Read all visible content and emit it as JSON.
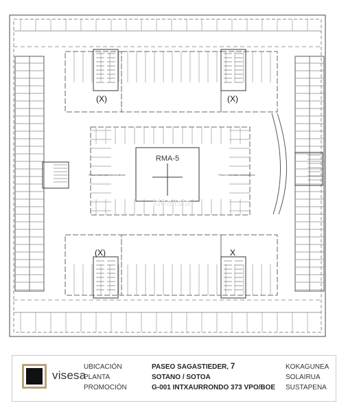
{
  "plan": {
    "room_label": "RMA-5",
    "excluded_marks": [
      "(X)",
      "(X)",
      "(X)",
      "X"
    ],
    "plaza_label": "Plaza reservada minusválidos",
    "watermark": "idealista"
  },
  "legend": {
    "brand": "visesa",
    "labels": [
      "UBICACIÓN",
      "PLANTA",
      "PROMOCIÓN"
    ],
    "address_street": "PASEO SAGASTIEDER, ",
    "address_number": "7",
    "floor": "SOTANO / SOTOA",
    "promotion": "G-001 INTXAURRONDO 373 VPO/BOE",
    "labels_basque": [
      "KOKAGUNEA",
      "SOLAIRUA",
      "SUSTAPENA"
    ]
  }
}
